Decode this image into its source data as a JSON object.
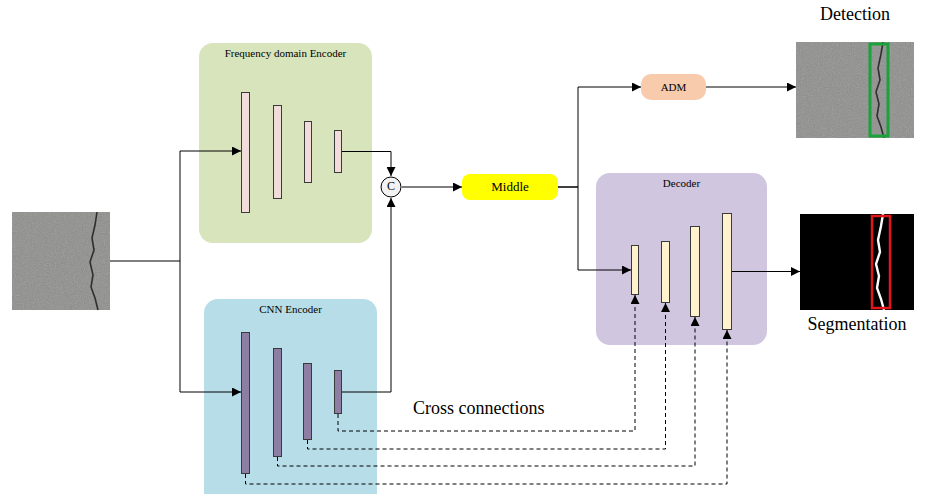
{
  "diagram": {
    "nodes": [
      {
        "text": [
          "Frequency domain Encoder"
        ]
      },
      {
        "text": [
          "CNN Encoder"
        ]
      },
      {
        "text": [
          "C"
        ]
      },
      {
        "text": [
          "Middle"
        ]
      },
      {
        "text": [
          "ADM"
        ]
      },
      {
        "text": [
          "Detection"
        ]
      },
      {
        "text": [
          "Decoder"
        ]
      },
      {
        "text": [
          "Segmentation"
        ]
      }
    ],
    "edges": [
      {
        "from": 0,
        "to": 2,
        "arrow": "to"
      },
      {
        "from": 1,
        "to": 2,
        "arrow": "to"
      },
      {
        "from": 2,
        "to": 3,
        "arrow": "to"
      },
      {
        "from": 3,
        "to": 4,
        "arrow": "to"
      },
      {
        "from": 4,
        "to": 5,
        "arrow": "to"
      },
      {
        "from": 3,
        "to": 6,
        "arrow": "to"
      },
      {
        "from": 6,
        "to": 7,
        "arrow": "to"
      },
      {
        "from": 1,
        "to": 6,
        "arrow": "to"
      },
      {
        "from": 1,
        "to": 6,
        "arrow": "to"
      },
      {
        "from": 1,
        "to": 6,
        "arrow": "to"
      },
      {
        "from": 1,
        "to": 6,
        "arrow": "to"
      }
    ],
    "labels": [
      "Cross connections"
    ]
  }
}
